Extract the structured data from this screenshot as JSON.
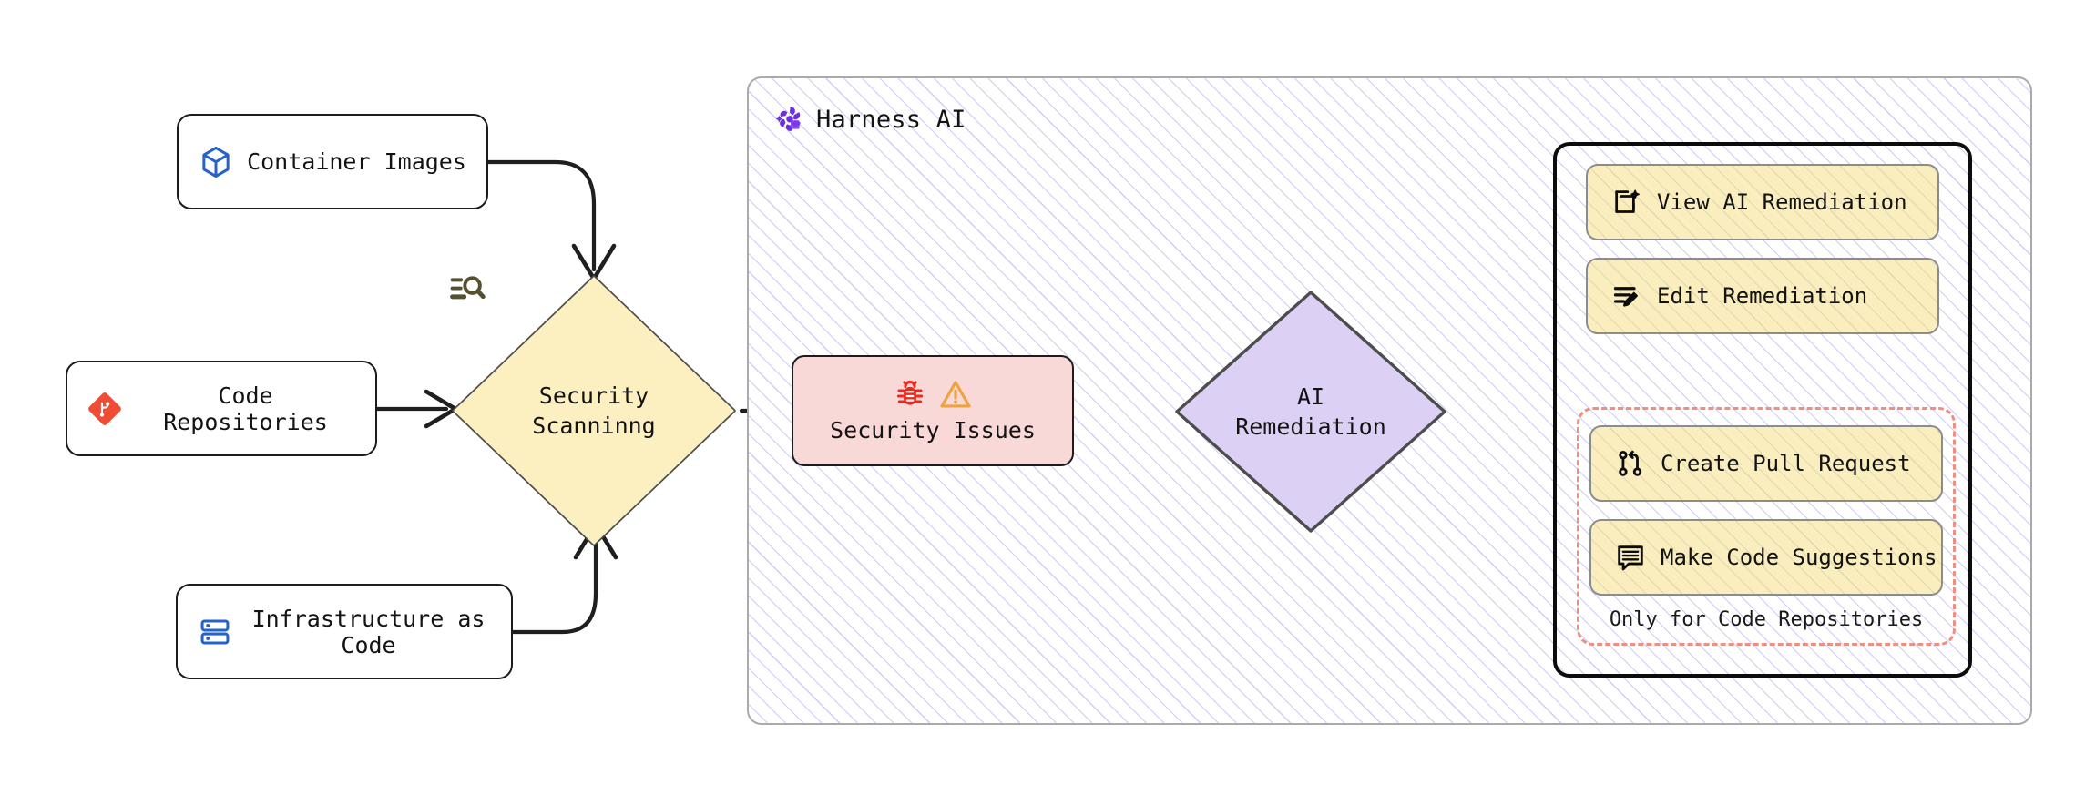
{
  "diagram": {
    "type": "flowchart",
    "title": "Harness AI security scanning and remediation flow"
  },
  "sources": [
    {
      "id": "container-images",
      "label": "Container Images",
      "icon": "container-cube-icon",
      "icon_color": "#2563c9"
    },
    {
      "id": "code-repositories",
      "label": "Code Repositories",
      "icon": "git-repository-icon",
      "icon_color": "#ef4b35"
    },
    {
      "id": "infrastructure-as-code",
      "label": "Infrastructure as Code",
      "icon": "server-stack-icon",
      "icon_color": "#2563c9"
    }
  ],
  "scanning": {
    "id": "security-scanning",
    "line1": "Security",
    "line2": "Scanninng",
    "icon": "scan-search-icon",
    "fill": "#fcefc0",
    "stroke": "#4d4d4d"
  },
  "harness": {
    "title": "Harness AI",
    "logo": "harness-pinwheel-logo",
    "logo_color": "#6c2fe0",
    "border_color": "#aaaaaa",
    "hatch_color": "#cfcdf5"
  },
  "issues": {
    "id": "security-issues",
    "label": "Security Issues",
    "icons": [
      "bug-icon",
      "warning-triangle-icon"
    ],
    "bug_color": "#eb2a1e",
    "warning_color": "#eda33f",
    "fill": "#f9d8d8",
    "stroke": "#1c1c1c"
  },
  "remediation": {
    "id": "ai-remediation",
    "line1": "AI",
    "line2": "Remediation",
    "fill": "#ddd0f5",
    "stroke": "#4d4d4d"
  },
  "actions": {
    "panel_border": "#0c0c0c",
    "button_fill": "#faeebf",
    "items": [
      {
        "id": "view-ai-remediation",
        "label": "View AI Remediation",
        "icon": "ai-document-sparkle-icon"
      },
      {
        "id": "edit-remediation",
        "label": "Edit Remediation",
        "icon": "edit-lines-pencil-icon"
      },
      {
        "id": "create-pull-request",
        "label": "Create Pull Request",
        "icon": "pull-request-icon"
      },
      {
        "id": "make-code-suggestions",
        "label": "Make Code Suggestions",
        "icon": "comment-lines-icon"
      }
    ],
    "dashed_group": {
      "caption": "Only for Code Repositories",
      "border_color": "#ef8f7f",
      "member_ids": [
        "create-pull-request",
        "make-code-suggestions"
      ]
    }
  },
  "edges": [
    {
      "from": "container-images",
      "to": "security-scanning",
      "style": "elbow-arrow"
    },
    {
      "from": "code-repositories",
      "to": "security-scanning",
      "style": "straight-arrow"
    },
    {
      "from": "infrastructure-as-code",
      "to": "security-scanning",
      "style": "elbow-arrow"
    },
    {
      "from": "security-scanning",
      "to": "security-issues",
      "style": "straight-arrow"
    },
    {
      "from": "security-issues",
      "to": "ai-remediation",
      "style": "straight-arrow"
    },
    {
      "from": "ai-remediation",
      "to": "actions-panel",
      "style": "straight-arrow"
    }
  ]
}
